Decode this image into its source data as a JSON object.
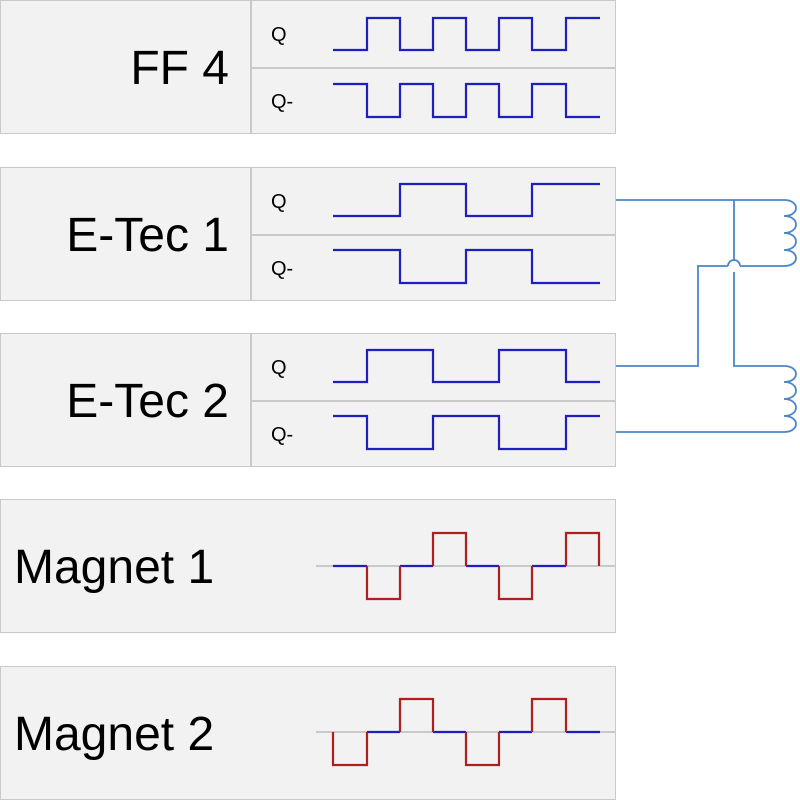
{
  "blocks": {
    "ff4": {
      "name": "FF 4",
      "q": "Q",
      "qn": "Q-"
    },
    "etec1": {
      "name": "E-Tec 1",
      "q": "Q",
      "qn": "Q-"
    },
    "etec2": {
      "name": "E-Tec 2",
      "q": "Q",
      "qn": "Q-"
    },
    "magnet1": {
      "name": "Magnet 1"
    },
    "magnet2": {
      "name": "Magnet 2"
    }
  },
  "colors": {
    "digital_wave": "#1f1fbf",
    "analog_wave": "#b01f1f",
    "wiring": "#4a86c8",
    "panel": "#f2f2f2",
    "panel_border": "#c9c9c9"
  }
}
